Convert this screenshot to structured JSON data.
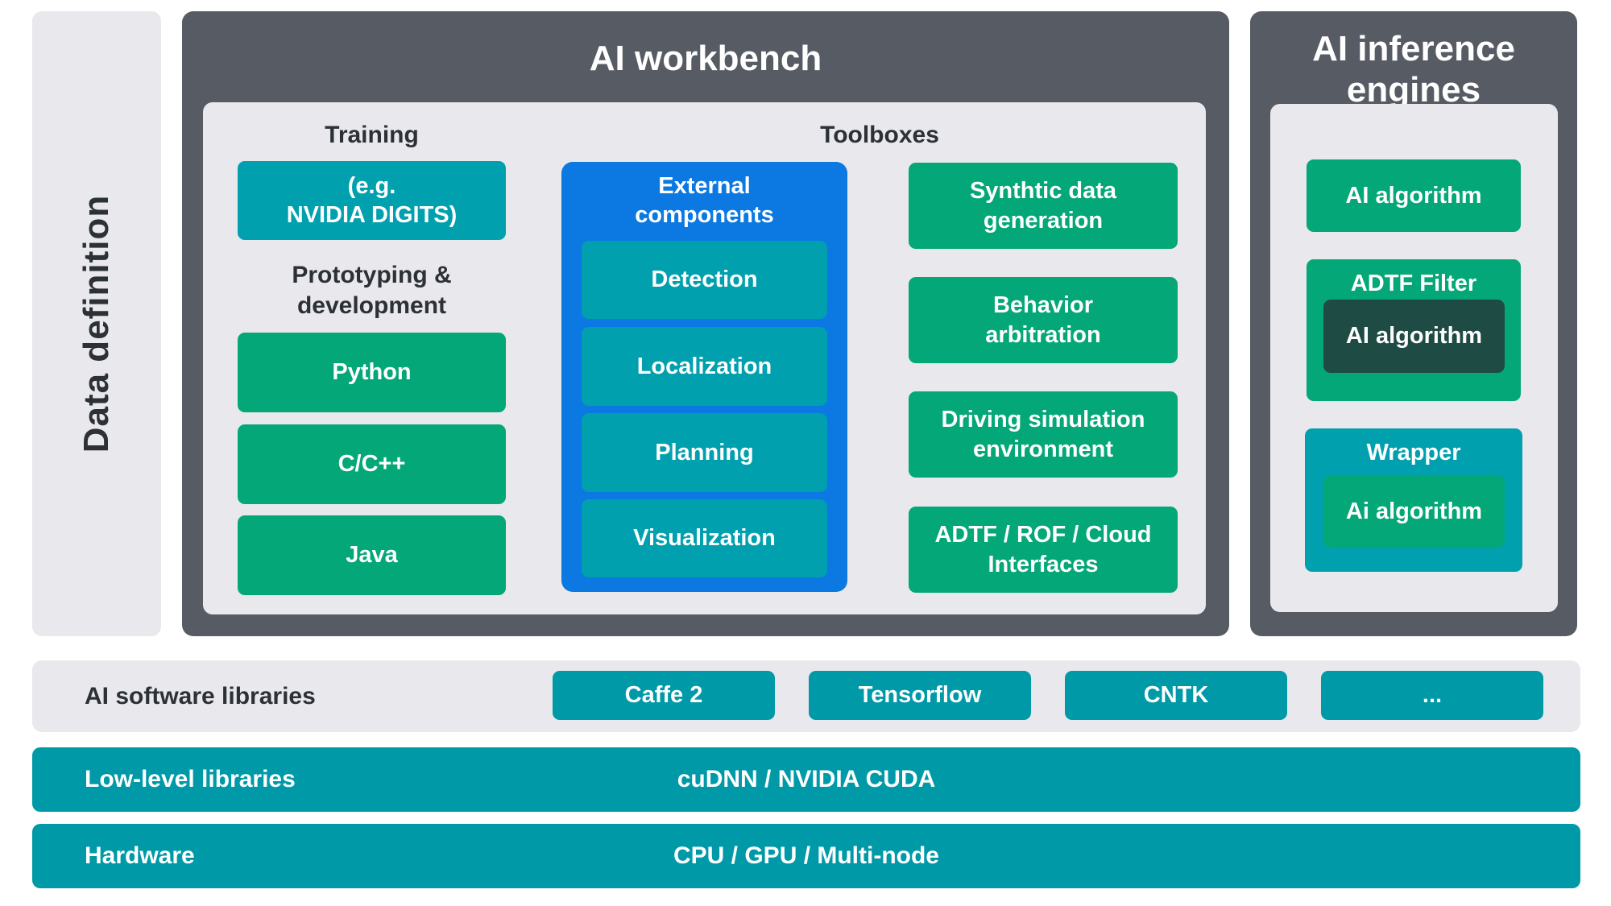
{
  "colors": {
    "slate": "#565B64",
    "light_gray": "#E9E8EC",
    "teal": "#00A0AE",
    "teal_bars": "#0099A8",
    "green": "#04A777",
    "blue": "#0B79E1",
    "dark_teal": "#1F4B45",
    "dark_text": "#2C3137",
    "white": "#FFFFFF"
  },
  "sidebar": {
    "label": "Data definition"
  },
  "workbench": {
    "title": "AI workbench",
    "training_heading": "Training",
    "toolboxes_heading": "Toolboxes",
    "training": {
      "digits_label": "(e.g.\nNVIDIA DIGITS)",
      "prototyping_heading": "Prototyping &\ndevelopment",
      "languages": [
        {
          "label": "Python"
        },
        {
          "label": "C/C++"
        },
        {
          "label": "Java"
        }
      ]
    },
    "external": {
      "title": "External\ncomponents",
      "items": [
        {
          "label": "Detection"
        },
        {
          "label": "Localization"
        },
        {
          "label": "Planning"
        },
        {
          "label": "Visualization"
        }
      ]
    },
    "toolboxes": {
      "items": [
        {
          "label": "Synthtic data\ngeneration"
        },
        {
          "label": "Behavior\narbitration"
        },
        {
          "label": "Driving simulation\nenvironment"
        },
        {
          "label": "ADTF / ROF / Cloud\nInterfaces"
        }
      ]
    }
  },
  "inference": {
    "title": "AI inference\nengines",
    "algorithm_label": "AI algorithm",
    "adtf_filter": {
      "title": "ADTF Filter",
      "inner_label": "AI algorithm"
    },
    "wrapper": {
      "title": "Wrapper",
      "inner_label": "Ai algorithm"
    }
  },
  "software_libraries": {
    "label": "AI software libraries",
    "items": [
      {
        "label": "Caffe 2"
      },
      {
        "label": "Tensorflow"
      },
      {
        "label": "CNTK"
      },
      {
        "label": "..."
      }
    ]
  },
  "low_level": {
    "label": "Low-level libraries",
    "value": "cuDNN / NVIDIA CUDA"
  },
  "hardware": {
    "label": "Hardware",
    "value": "CPU / GPU / Multi-node"
  }
}
